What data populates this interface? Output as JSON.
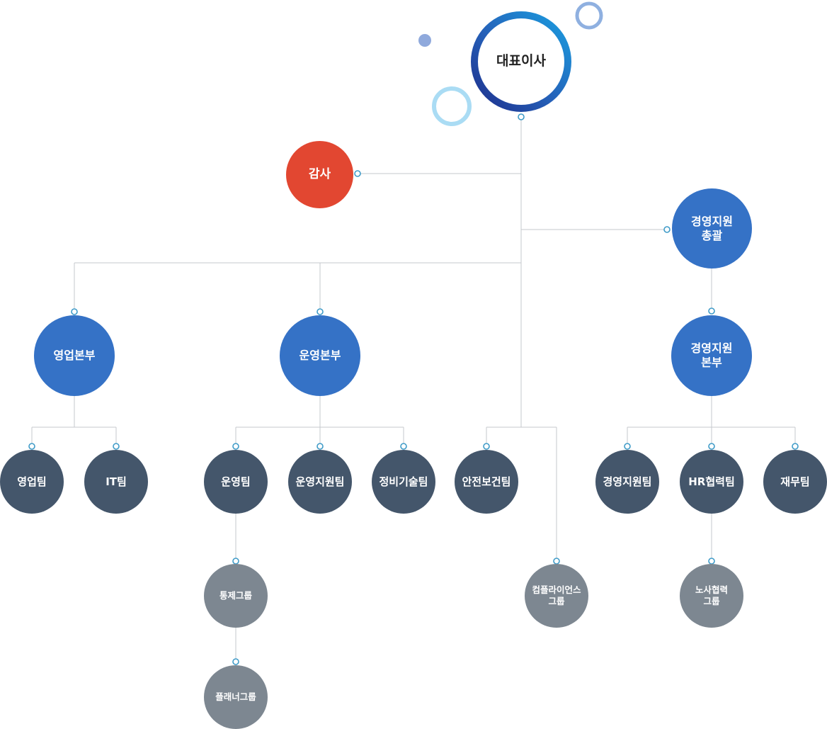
{
  "org": {
    "ceo": "대표이사",
    "audit": "감사",
    "gm_support": "경영지원\n총괄",
    "sales_division": "영업본부",
    "ops_division": "운영본부",
    "support_division": "경영지원\n본부",
    "sales_team": "영업팀",
    "it_team": "IT팀",
    "ops_team": "운영팀",
    "ops_support_team": "운영지원팀",
    "maintenance_team": "정비기술팀",
    "safety_team": "안전보건팀",
    "mgmt_support_team": "경영지원팀",
    "hr_team": "HR협력팀",
    "finance_team": "재무팀",
    "control_group": "통제그룹",
    "planner_group": "플래너그룹",
    "compliance_group": "컴플라이언스\n그룹",
    "labor_group": "노사협력\n그룹"
  },
  "colors": {
    "line": "#c6c9cd",
    "connector_dot": "#3f9bc8",
    "ceo_ring_start": "#1a9ee0",
    "ceo_ring_end": "#1d2f8c",
    "audit": "#e24731",
    "division": "#3572c6",
    "team": "#44566b",
    "group": "#7d8791",
    "decor_small_dot": "#8fa9dc",
    "decor_ring_top": "#8fb0e0",
    "decor_ring_left": "#aadcf4"
  }
}
